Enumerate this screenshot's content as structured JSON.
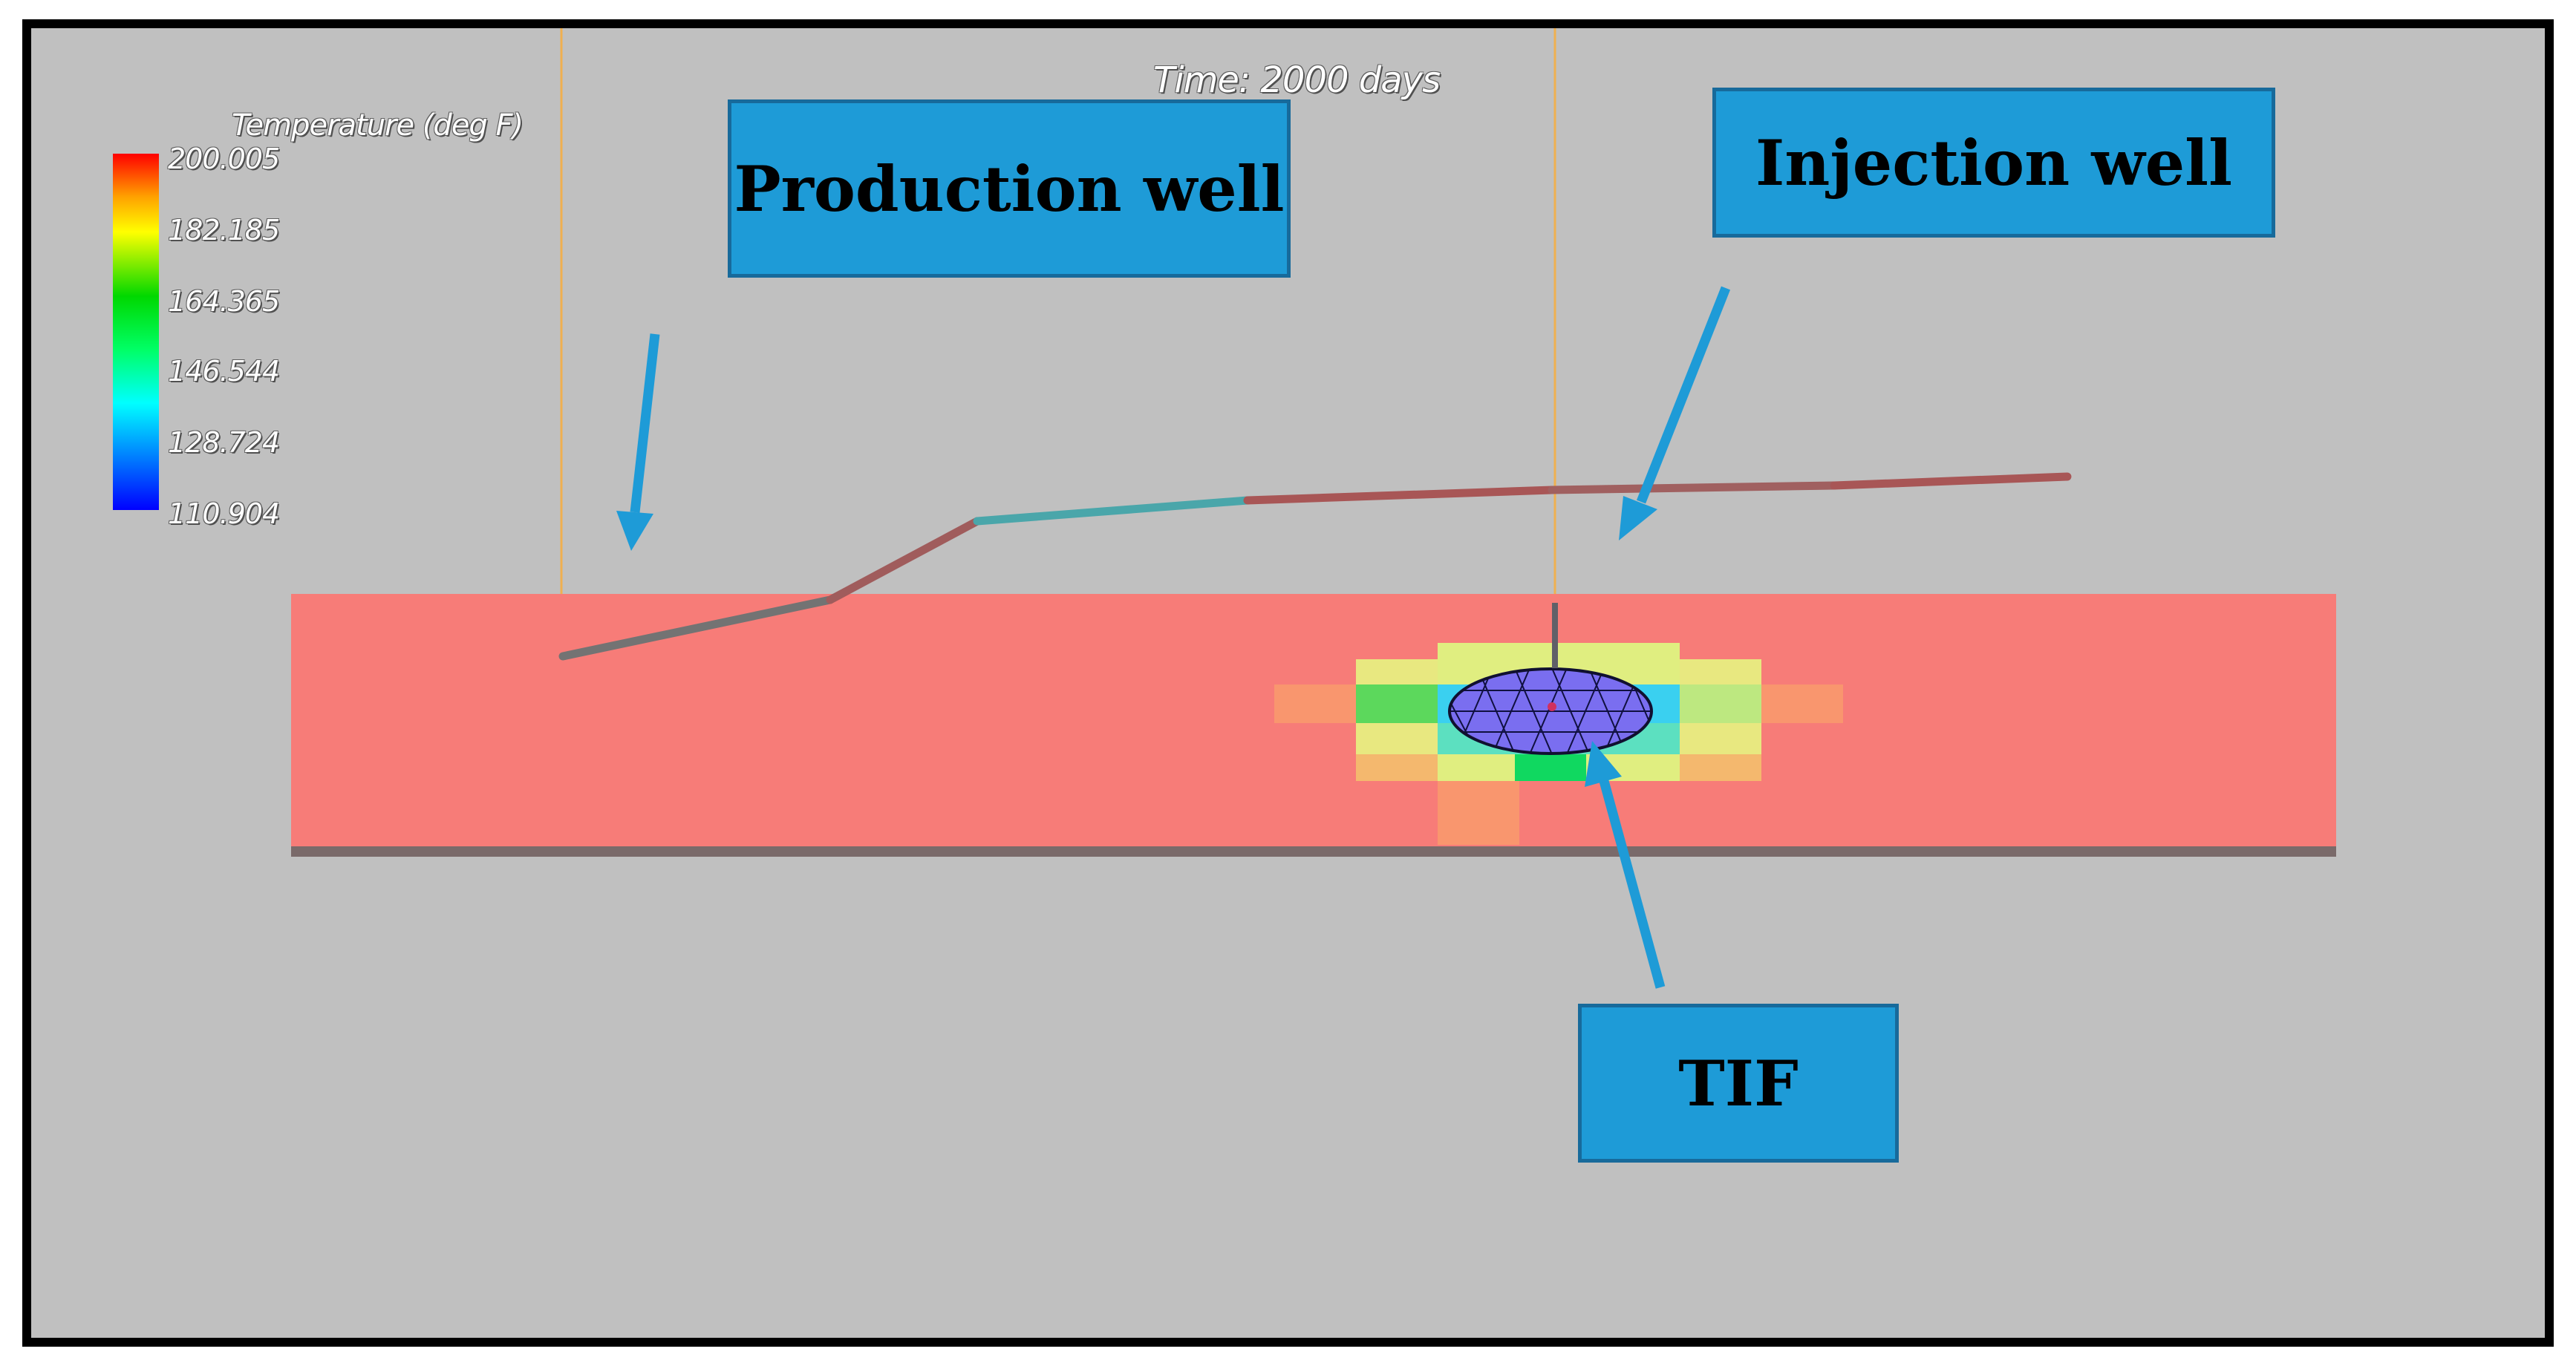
{
  "time_label": "Time: 2000 days",
  "legend": {
    "title": "Temperature (deg F)",
    "ticks": [
      "200.005",
      "182.185",
      "164.365",
      "146.544",
      "128.724",
      "110.904"
    ],
    "colors": [
      "#ff0000",
      "#ffa000",
      "#ffff00",
      "#00d800",
      "#00ffff",
      "#0000ff"
    ]
  },
  "callouts": {
    "production": "Production well",
    "injection": "Injection well",
    "tif": "TIF"
  },
  "colors": {
    "background": "#c0c0c0",
    "reservoir": "#f77c78",
    "callout_fill": "#1e9bd7",
    "arrow": "#1e9bd7",
    "well_line": "#f0b050"
  }
}
